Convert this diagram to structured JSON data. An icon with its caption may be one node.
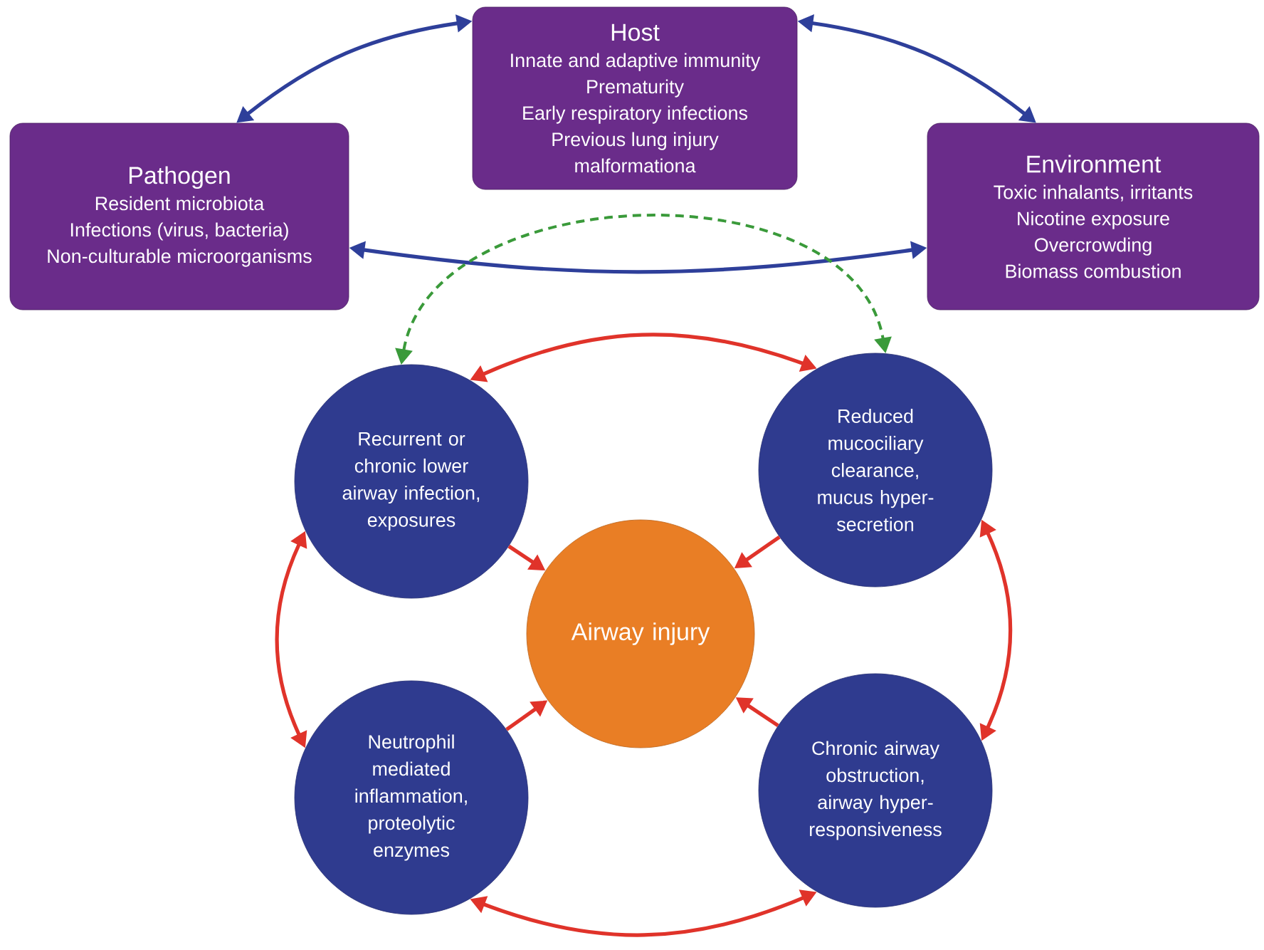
{
  "diagram": {
    "nodes": [
      {
        "text": [
          "Pathogen",
          "Resident microbiota",
          "Infections (virus, bacteria)",
          "Non-culturable microorganisms"
        ]
      },
      {
        "text": [
          "Host",
          "Innate and adaptive immunity",
          "Prematurity",
          "Early respiratory infections",
          "Previous lung injury",
          "malformationa"
        ]
      },
      {
        "text": [
          "Environment",
          "Toxic inhalants, irritants",
          "Nicotine exposure",
          "Overcrowding",
          "Biomass combustion"
        ]
      },
      {
        "text": [
          "Recurrent or chronic lower airway infection, exposures"
        ]
      },
      {
        "text": [
          "Reduced mucociliary clearance, mucus hyper-secretion"
        ]
      },
      {
        "text": [
          "Airway injury"
        ]
      },
      {
        "text": [
          "Neutrophil mediated inflammation, proteolytic enzymes"
        ]
      },
      {
        "text": [
          "Chronic airway obstruction, airway hyper-responsiveness"
        ]
      }
    ],
    "edges": [
      {
        "from": 0,
        "to": 1,
        "arrow": "both",
        "color": "#2e3f9a"
      },
      {
        "from": 1,
        "to": 2,
        "arrow": "both",
        "color": "#2e3f9a"
      },
      {
        "from": 0,
        "to": 2,
        "arrow": "both",
        "color": "#2e3f9a"
      },
      {
        "from": 3,
        "to": 4,
        "arrow": "both",
        "color": "#3a9a3a",
        "style": "dashed"
      },
      {
        "from": 3,
        "to": 4,
        "arrow": "both"
      },
      {
        "from": 3,
        "to": 6,
        "arrow": "both"
      },
      {
        "from": 4,
        "to": 7,
        "arrow": "both"
      },
      {
        "from": 6,
        "to": 7,
        "arrow": "both"
      },
      {
        "from": 3,
        "to": 5,
        "arrow": "to"
      },
      {
        "from": 4,
        "to": 5,
        "arrow": "to"
      },
      {
        "from": 6,
        "to": 5,
        "arrow": "to"
      },
      {
        "from": 7,
        "to": 5,
        "arrow": "to"
      }
    ]
  }
}
